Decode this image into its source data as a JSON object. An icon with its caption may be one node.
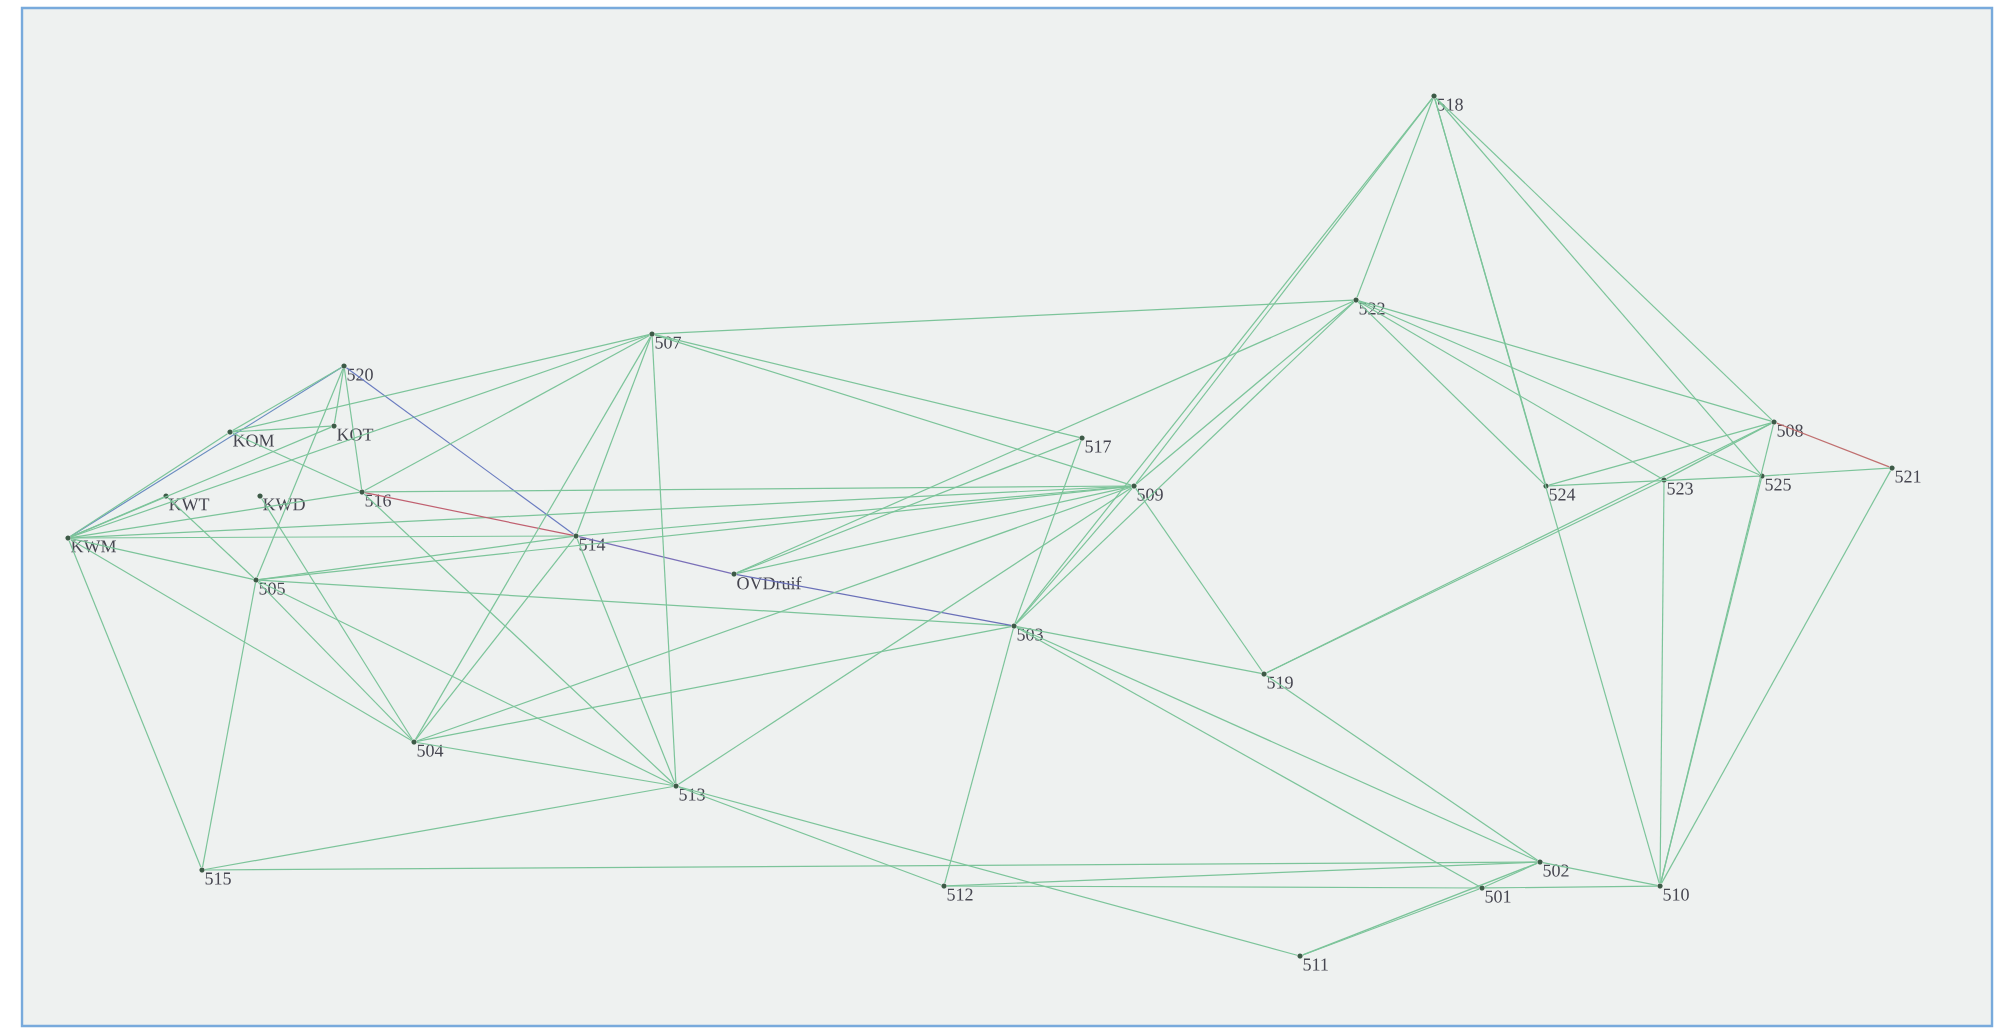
{
  "diagram": {
    "nodes": [
      {
        "text": [
          "518"
        ]
      },
      {
        "text": [
          "522"
        ]
      },
      {
        "text": [
          "520"
        ]
      },
      {
        "text": [
          "507"
        ]
      },
      {
        "text": [
          "KOM"
        ]
      },
      {
        "text": [
          "KOT"
        ]
      },
      {
        "text": [
          "517"
        ]
      },
      {
        "text": [
          "508"
        ]
      },
      {
        "text": [
          "521"
        ]
      },
      {
        "text": [
          "509"
        ]
      },
      {
        "text": [
          "KWT"
        ]
      },
      {
        "text": [
          "KWD"
        ]
      },
      {
        "text": [
          "516"
        ]
      },
      {
        "text": [
          "524"
        ]
      },
      {
        "text": [
          "523"
        ]
      },
      {
        "text": [
          "525"
        ]
      },
      {
        "text": [
          "KWM"
        ]
      },
      {
        "text": [
          "514"
        ]
      },
      {
        "text": [
          "505"
        ]
      },
      {
        "text": [
          "OVDruif"
        ]
      },
      {
        "text": [
          "503"
        ]
      },
      {
        "text": [
          "519"
        ]
      },
      {
        "text": [
          "504"
        ]
      },
      {
        "text": [
          "513"
        ]
      },
      {
        "text": [
          "515"
        ]
      },
      {
        "text": [
          "512"
        ]
      },
      {
        "text": [
          "502"
        ]
      },
      {
        "text": [
          "501"
        ]
      },
      {
        "text": [
          "510"
        ]
      },
      {
        "text": [
          "511"
        ]
      }
    ],
    "edges": [
      {
        "from": 16,
        "to": 2,
        "arrow": "none",
        "color": "#6a8cc0"
      },
      {
        "from": 16,
        "to": 4,
        "arrow": "none"
      },
      {
        "from": 16,
        "to": 5,
        "arrow": "none"
      },
      {
        "from": 16,
        "to": 10,
        "arrow": "none"
      },
      {
        "from": 16,
        "to": 12,
        "arrow": "none"
      },
      {
        "from": 16,
        "to": 17,
        "arrow": "none"
      },
      {
        "from": 16,
        "to": 9,
        "arrow": "none"
      },
      {
        "from": 16,
        "to": 18,
        "arrow": "none"
      },
      {
        "from": 16,
        "to": 22,
        "arrow": "none"
      },
      {
        "from": 16,
        "to": 24,
        "arrow": "none"
      },
      {
        "from": 16,
        "to": 3,
        "arrow": "none"
      },
      {
        "from": 2,
        "to": 4,
        "arrow": "none"
      },
      {
        "from": 2,
        "to": 5,
        "arrow": "none"
      },
      {
        "from": 2,
        "to": 12,
        "arrow": "none"
      },
      {
        "from": 2,
        "to": 17,
        "arrow": "none",
        "color": "#6a7cc0"
      },
      {
        "from": 2,
        "to": 18,
        "arrow": "none"
      },
      {
        "from": 4,
        "to": 5,
        "arrow": "none"
      },
      {
        "from": 4,
        "to": 12,
        "arrow": "none"
      },
      {
        "from": 4,
        "to": 3,
        "arrow": "none"
      },
      {
        "from": 10,
        "to": 18,
        "arrow": "none"
      },
      {
        "from": 11,
        "to": 22,
        "arrow": "none"
      },
      {
        "from": 12,
        "to": 17,
        "arrow": "none",
        "color": "#c06070"
      },
      {
        "from": 12,
        "to": 9,
        "arrow": "none"
      },
      {
        "from": 12,
        "to": 3,
        "arrow": "none"
      },
      {
        "from": 12,
        "to": 23,
        "arrow": "none"
      },
      {
        "from": 17,
        "to": 19,
        "arrow": "none",
        "color": "#7a70b8"
      },
      {
        "from": 17,
        "to": 3,
        "arrow": "none"
      },
      {
        "from": 17,
        "to": 23,
        "arrow": "none"
      },
      {
        "from": 17,
        "to": 22,
        "arrow": "none"
      },
      {
        "from": 17,
        "to": 9,
        "arrow": "none"
      },
      {
        "from": 18,
        "to": 17,
        "arrow": "none"
      },
      {
        "from": 18,
        "to": 9,
        "arrow": "none"
      },
      {
        "from": 18,
        "to": 20,
        "arrow": "none"
      },
      {
        "from": 18,
        "to": 22,
        "arrow": "none"
      },
      {
        "from": 18,
        "to": 23,
        "arrow": "none"
      },
      {
        "from": 18,
        "to": 24,
        "arrow": "none"
      },
      {
        "from": 3,
        "to": 1,
        "arrow": "none"
      },
      {
        "from": 3,
        "to": 6,
        "arrow": "none"
      },
      {
        "from": 3,
        "to": 9,
        "arrow": "none"
      },
      {
        "from": 3,
        "to": 22,
        "arrow": "none"
      },
      {
        "from": 3,
        "to": 23,
        "arrow": "none"
      },
      {
        "from": 19,
        "to": 20,
        "arrow": "none",
        "color": "#6a70b8"
      },
      {
        "from": 19,
        "to": 9,
        "arrow": "none"
      },
      {
        "from": 19,
        "to": 1,
        "arrow": "none"
      },
      {
        "from": 19,
        "to": 6,
        "arrow": "none"
      },
      {
        "from": 9,
        "to": 0,
        "arrow": "none"
      },
      {
        "from": 9,
        "to": 1,
        "arrow": "none"
      },
      {
        "from": 9,
        "to": 20,
        "arrow": "none"
      },
      {
        "from": 9,
        "to": 21,
        "arrow": "none"
      },
      {
        "from": 9,
        "to": 22,
        "arrow": "none"
      },
      {
        "from": 9,
        "to": 23,
        "arrow": "none"
      },
      {
        "from": 6,
        "to": 20,
        "arrow": "none"
      },
      {
        "from": 20,
        "to": 0,
        "arrow": "none"
      },
      {
        "from": 20,
        "to": 1,
        "arrow": "none"
      },
      {
        "from": 20,
        "to": 21,
        "arrow": "none"
      },
      {
        "from": 20,
        "to": 26,
        "arrow": "none"
      },
      {
        "from": 20,
        "to": 27,
        "arrow": "none"
      },
      {
        "from": 20,
        "to": 25,
        "arrow": "none"
      },
      {
        "from": 20,
        "to": 22,
        "arrow": "none"
      },
      {
        "from": 0,
        "to": 1,
        "arrow": "none"
      },
      {
        "from": 0,
        "to": 13,
        "arrow": "none"
      },
      {
        "from": 0,
        "to": 15,
        "arrow": "none"
      },
      {
        "from": 0,
        "to": 7,
        "arrow": "none"
      },
      {
        "from": 0,
        "to": 28,
        "arrow": "none"
      },
      {
        "from": 1,
        "to": 7,
        "arrow": "none"
      },
      {
        "from": 1,
        "to": 14,
        "arrow": "none"
      },
      {
        "from": 1,
        "to": 15,
        "arrow": "none"
      },
      {
        "from": 1,
        "to": 13,
        "arrow": "none"
      },
      {
        "from": 7,
        "to": 8,
        "arrow": "none",
        "color": "#c07070"
      },
      {
        "from": 7,
        "to": 13,
        "arrow": "none"
      },
      {
        "from": 7,
        "to": 14,
        "arrow": "none"
      },
      {
        "from": 7,
        "to": 21,
        "arrow": "none"
      },
      {
        "from": 7,
        "to": 28,
        "arrow": "none"
      },
      {
        "from": 13,
        "to": 15,
        "arrow": "none"
      },
      {
        "from": 15,
        "to": 8,
        "arrow": "none"
      },
      {
        "from": 15,
        "to": 28,
        "arrow": "none"
      },
      {
        "from": 14,
        "to": 28,
        "arrow": "none"
      },
      {
        "from": 14,
        "to": 21,
        "arrow": "none"
      },
      {
        "from": 8,
        "to": 28,
        "arrow": "none"
      },
      {
        "from": 21,
        "to": 26,
        "arrow": "none"
      },
      {
        "from": 26,
        "to": 24,
        "arrow": "none"
      },
      {
        "from": 26,
        "to": 25,
        "arrow": "none"
      },
      {
        "from": 26,
        "to": 29,
        "arrow": "none"
      },
      {
        "from": 26,
        "to": 28,
        "arrow": "none"
      },
      {
        "from": 26,
        "to": 27,
        "arrow": "none"
      },
      {
        "from": 27,
        "to": 29,
        "arrow": "none"
      },
      {
        "from": 27,
        "to": 28,
        "arrow": "none"
      },
      {
        "from": 27,
        "to": 25,
        "arrow": "none"
      },
      {
        "from": 23,
        "to": 24,
        "arrow": "none"
      },
      {
        "from": 23,
        "to": 29,
        "arrow": "none"
      },
      {
        "from": 23,
        "to": 25,
        "arrow": "none"
      },
      {
        "from": 23,
        "to": 22,
        "arrow": "none"
      }
    ]
  }
}
